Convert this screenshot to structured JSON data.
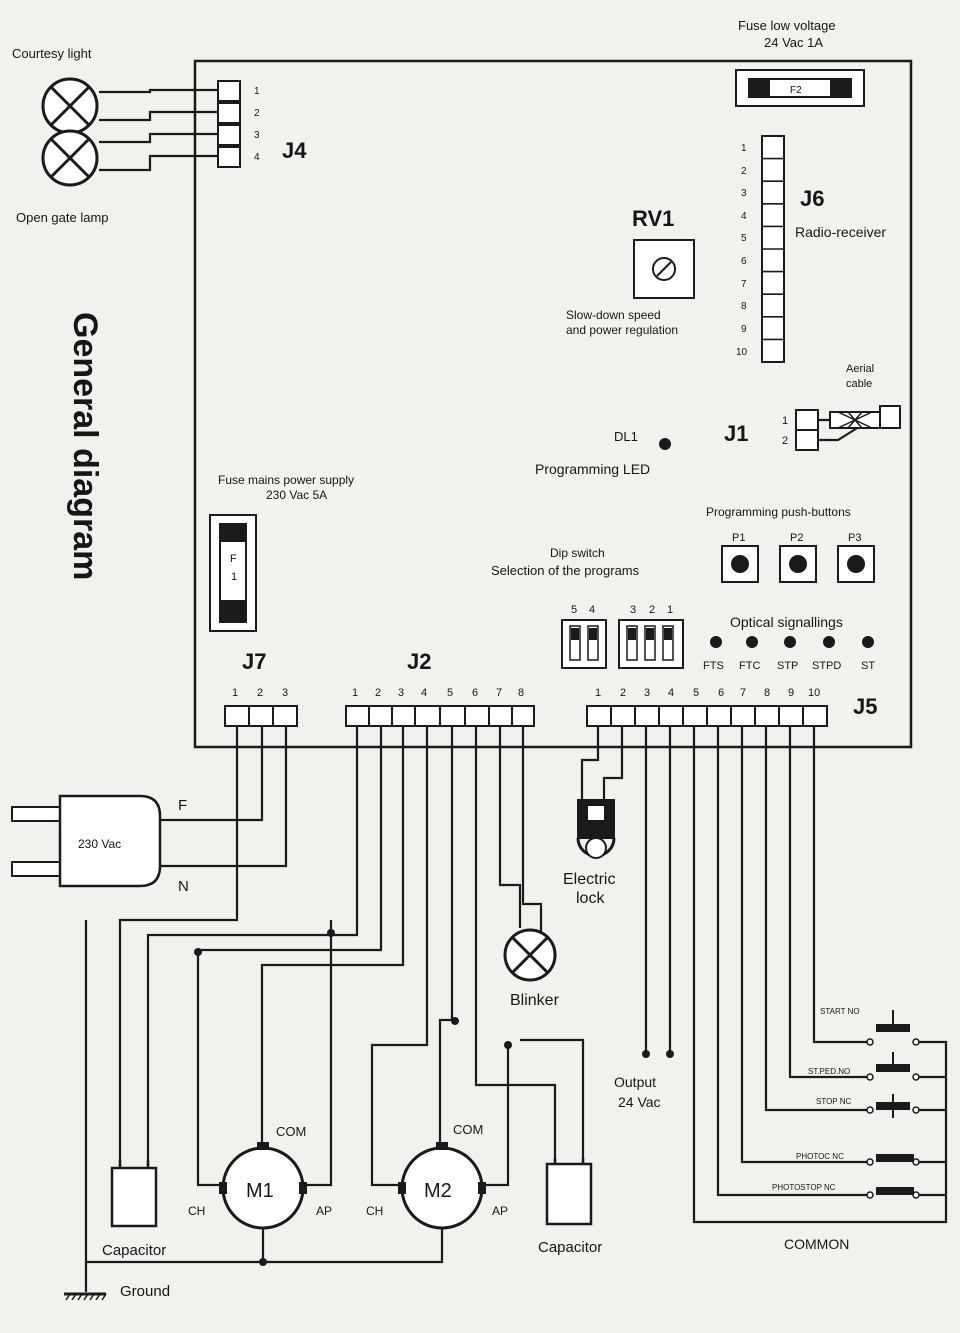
{
  "title": "General diagram",
  "board": {
    "j4": {
      "label": "J4",
      "pins": [
        "1",
        "2",
        "3",
        "4"
      ]
    },
    "courtesy_light": "Courtesy light",
    "open_gate_lamp": "Open gate lamp",
    "fuse_low": {
      "line1": "Fuse low voltage",
      "line2": "24 Vac  1A",
      "label": "F2"
    },
    "j6": {
      "label": "J6",
      "sub": "Radio-receiver",
      "pins": [
        "1",
        "2",
        "3",
        "4",
        "5",
        "6",
        "7",
        "8",
        "9",
        "10"
      ]
    },
    "rv1": {
      "label": "RV1",
      "line1": "Slow-down speed",
      "line2": "and power regulation"
    },
    "aerial": {
      "line1": "Aerial",
      "line2": "cable"
    },
    "j1": {
      "label": "J1",
      "pins": [
        "1",
        "2"
      ]
    },
    "dl1": {
      "label": "DL1",
      "sub": "Programming LED"
    },
    "fuse_mains": {
      "line1": "Fuse mains power supply",
      "line2": "230 Vac  5A",
      "label_a": "F",
      "label_b": "1"
    },
    "push_buttons": {
      "label": "Programming push-buttons",
      "buttons": [
        "P1",
        "P2",
        "P3"
      ]
    },
    "dip": {
      "line1": "Dip switch",
      "line2": "Selection of the programs",
      "left_pins": [
        "5",
        "4"
      ],
      "right_pins": [
        "3",
        "2",
        "1"
      ]
    },
    "optical": {
      "label": "Optical signallings",
      "leds": [
        "FTS",
        "FTC",
        "STP",
        "STPD",
        "ST"
      ]
    },
    "j7": {
      "label": "J7",
      "pins": [
        "1",
        "2",
        "3"
      ]
    },
    "j2": {
      "label": "J2",
      "pins": [
        "1",
        "2",
        "3",
        "4",
        "5",
        "6",
        "7",
        "8"
      ]
    },
    "j5": {
      "label": "J5",
      "pins": [
        "1",
        "2",
        "3",
        "4",
        "5",
        "6",
        "7",
        "8",
        "9",
        "10"
      ]
    }
  },
  "external": {
    "plug": "230 Vac",
    "phase": "F",
    "neutral": "N",
    "electric_lock": {
      "line1": "Electric",
      "line2": "lock"
    },
    "blinker": "Blinker",
    "output": {
      "line1": "Output",
      "line2": "24 Vac"
    },
    "motor1": {
      "name": "M1",
      "com": "COM",
      "ch": "CH",
      "ap": "AP"
    },
    "motor2": {
      "name": "M2",
      "com": "COM",
      "ch": "CH",
      "ap": "AP"
    },
    "capacitor_left": "Capacitor",
    "capacitor_right": "Capacitor",
    "ground": "Ground",
    "common": "COMMON",
    "switches": [
      "START NO",
      "ST.PED.NO",
      "STOP NC",
      "PHOTOC NC",
      "PHOTOSTOP NC"
    ]
  }
}
